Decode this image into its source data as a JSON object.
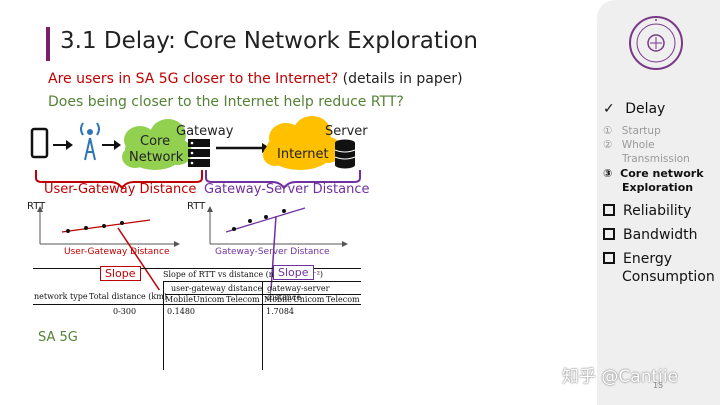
{
  "slide": {
    "title": "3.1 Delay: Core Network Exploration",
    "question1": "Are users in SA 5G closer to the Internet?",
    "question1_note": "(details in paper)",
    "question2": "Does being closer to the Internet help reduce RTT?",
    "page_number": "15"
  },
  "diagram": {
    "core_network_line1": "Core",
    "core_network_line2": "Network",
    "gateway_label": "Gateway",
    "internet_label": "Internet",
    "server_label": "Server",
    "user_gateway_distance": "User-Gateway Distance",
    "gateway_server_distance": "Gateway-Server Distance",
    "rtt_label_left": "RTT",
    "rtt_label_right": "RTT",
    "plot_xlabel_left": "User-Gateway Distance",
    "plot_xlabel_right": "Gateway-Server Distance",
    "slope_left": "Slope",
    "slope_right": "Slope"
  },
  "table": {
    "caption": "Slope of RTT vs distance (ms/km×10⁻²)",
    "col_network_type": "network type",
    "col_total_distance": "Total distance (km)",
    "group_user_gateway": "user-gateway distance",
    "group_gateway_server": "gateway-server distance",
    "carriers": [
      "Mobile",
      "Unicom",
      "Telecom",
      "Mobile",
      "Unicom",
      "Telecom"
    ],
    "row_range": "0-300",
    "row_user_gateway_mobile": "0.1480",
    "row_gateway_server_mobile": "1.7084",
    "network_type_value": "SA 5G"
  },
  "sidebar": {
    "items": [
      {
        "label": "Delay",
        "marker": "✓"
      },
      {
        "label": "Startup",
        "marker": "①"
      },
      {
        "label": "Whole",
        "marker": "②"
      },
      {
        "label": "Transmission",
        "marker": ""
      },
      {
        "label": "Core network",
        "marker": "③"
      },
      {
        "label": "Exploration",
        "marker": ""
      },
      {
        "label": "Reliability",
        "marker": ""
      },
      {
        "label": "Bandwidth",
        "marker": ""
      },
      {
        "label": "Energy",
        "marker": ""
      },
      {
        "label": "Consumption",
        "marker": ""
      }
    ]
  },
  "watermark": "知乎 @Cantjie",
  "colors": {
    "title_accent": "#7a1f6e",
    "question_red": "#c00000",
    "question_green": "#548235",
    "user_gateway_red": "#c00000",
    "gateway_server_purple": "#7030a0",
    "core_cloud_green": "#92d050",
    "internet_cloud_yellow": "#ffc000",
    "sidebar_bg": "#efefef"
  },
  "icons": [
    "phone-icon",
    "cell-tower-icon",
    "gateway-server-icon",
    "database-icon",
    "university-seal-icon"
  ]
}
